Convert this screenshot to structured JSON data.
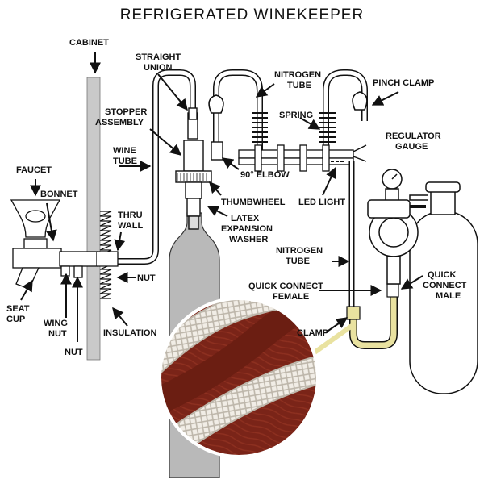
{
  "title": "REFRIGERATED WINEKEEPER",
  "labels": {
    "cabinet": "CABINET",
    "straight_union_1": "STRAIGHT",
    "straight_union_2": "UNION",
    "nitrogen_tube_top_1": "NITROGEN",
    "nitrogen_tube_top_2": "TUBE",
    "pinch_clamp": "PINCH CLAMP",
    "stopper_assembly_1": "STOPPER",
    "stopper_assembly_2": "ASSEMBLY",
    "spring": "SPRING",
    "regulator_gauge_1": "REGULATOR",
    "regulator_gauge_2": "GAUGE",
    "wine_tube_1": "WINE",
    "wine_tube_2": "TUBE",
    "elbow": "90° ELBOW",
    "faucet": "FAUCET",
    "bonnet": "BONNET",
    "thumbwheel": "THUMBWHEEL",
    "led_light": "LED LIGHT",
    "thru_wall_1": "THRU",
    "thru_wall_2": "WALL",
    "latex_1": "LATEX",
    "latex_2": "EXPANSION",
    "latex_3": "WASHER",
    "nitrogen_tube_mid_1": "NITROGEN",
    "nitrogen_tube_mid_2": "TUBE",
    "nut_right": "NUT",
    "quick_connect_male_1": "QUICK",
    "quick_connect_male_2": "CONNECT",
    "quick_connect_male_3": "MALE",
    "quick_connect_female_1": "QUICK CONNECT",
    "quick_connect_female_2": "FEMALE",
    "seat_cup_1": "SEAT",
    "seat_cup_2": "CUP",
    "wing_nut_1": "WING",
    "wing_nut_2": "NUT",
    "insulation": "INSULATION",
    "clamp": "CLAMP",
    "nut_bottom": "NUT"
  },
  "colors": {
    "line": "#111111",
    "cabinet": "#c9c9c9",
    "bottle": "#b9b9b9",
    "brass": "#e8d89a",
    "callout_bg": "#7a2418",
    "callout_tube": "#f1ede6",
    "connector": "#e9e2a0"
  },
  "icons": [
    "magnifier-callout-braided-tube",
    "nitrogen-cylinder",
    "wine-bottle",
    "faucet"
  ]
}
